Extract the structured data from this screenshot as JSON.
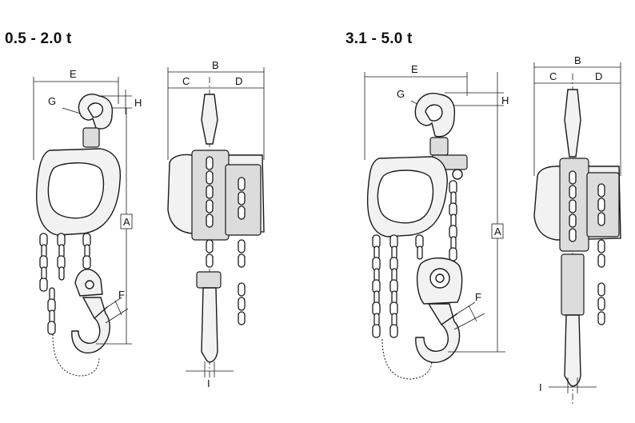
{
  "models": [
    {
      "capacity_range": "0.5 - 2.0 t"
    },
    {
      "capacity_range": "3.1 - 5.0 t"
    }
  ],
  "dimension_labels": {
    "A": "A",
    "B": "B",
    "C": "C",
    "D": "D",
    "E": "E",
    "F": "F",
    "G": "G",
    "H": "H",
    "I": "I"
  }
}
